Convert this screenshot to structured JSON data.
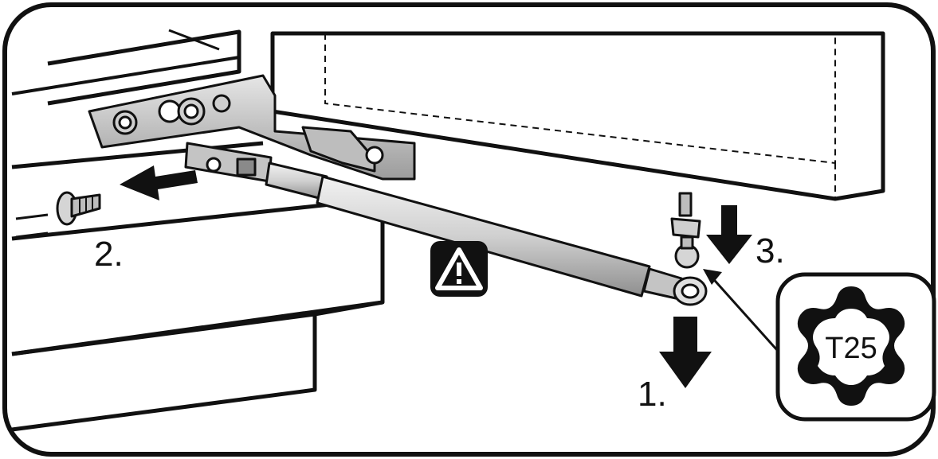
{
  "steps": {
    "step1": "1.",
    "step2": "2.",
    "step3": "3."
  },
  "tool": {
    "label": "T25",
    "icon": "torx-bit-icon"
  },
  "warning": {
    "icon": "warning-triangle-icon"
  },
  "colors": {
    "ink": "#111111",
    "part_fill": "#d9d9d9",
    "part_fill_dark": "#9a9a9a",
    "background": "#ffffff"
  }
}
